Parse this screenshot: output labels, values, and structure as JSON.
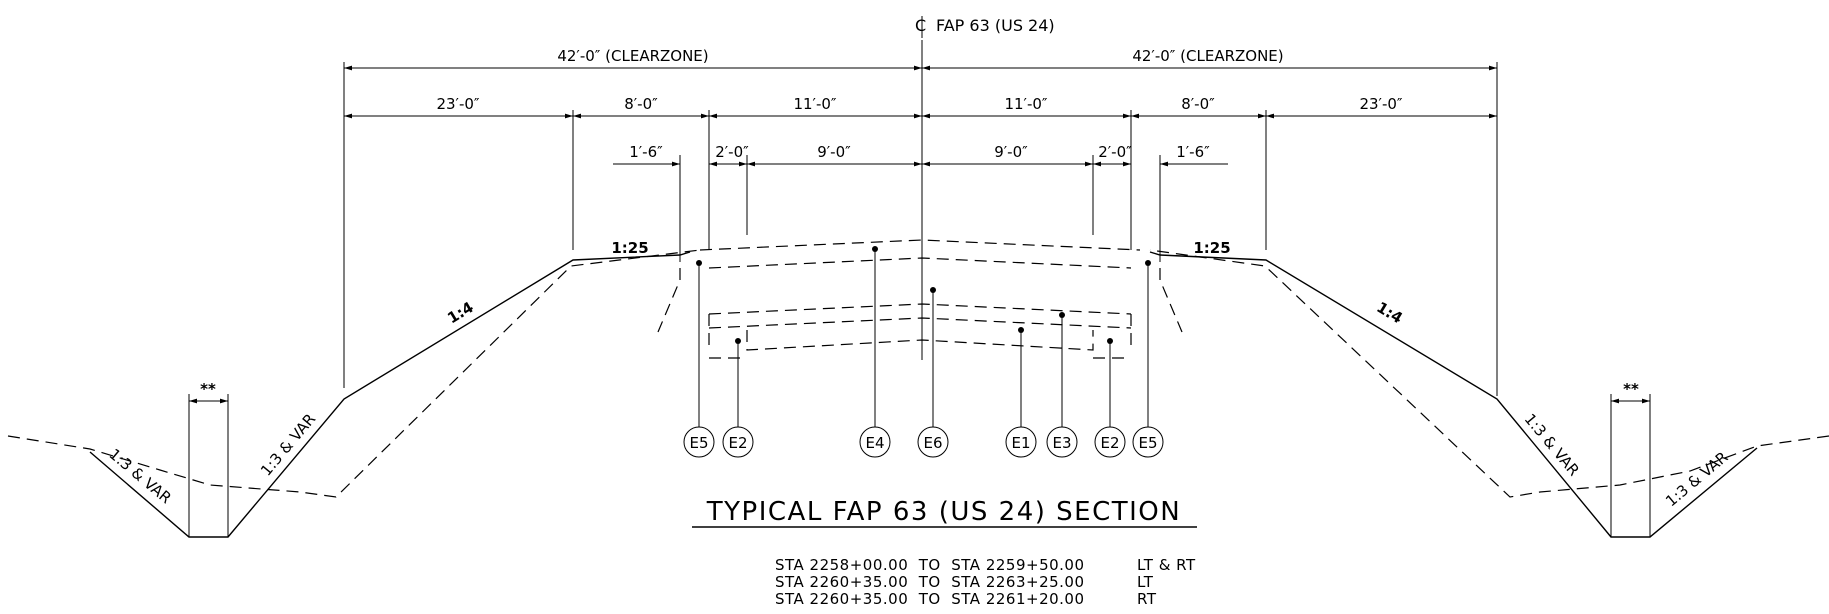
{
  "centerline_label": "FAP 63 (US 24)",
  "dimensions": {
    "clearzone_left": "42′-0″ (CLEARZONE)",
    "clearzone_right": "42′-0″ (CLEARZONE)",
    "row2": [
      "23′-0″",
      "8′-0″",
      "11′-0″",
      "11′-0″",
      "8′-0″",
      "23′-0″"
    ],
    "row3": [
      "1′-6″",
      "2′-0″",
      "9′-0″",
      "9′-0″",
      "2′-0″",
      "1′-6″"
    ],
    "ditch_width": "**"
  },
  "slopes": {
    "shoulder_left": "1:25",
    "shoulder_right": "1:25",
    "fore_left": "1:4",
    "fore_right": "1:4",
    "back_left_inner": "1:3 & VAR",
    "back_left_outer": "1:3 & VAR",
    "back_right_inner": "1:3 & VAR",
    "back_right_outer": "1:3 & VAR"
  },
  "callouts": [
    "E5",
    "E2",
    "E4",
    "E6",
    "E1",
    "E3",
    "E2",
    "E5"
  ],
  "title": "TYPICAL FAP 63 (US 24) SECTION",
  "stations": [
    {
      "range": "STA 2258+00.00  TO  STA 2259+50.00",
      "side": "LT & RT"
    },
    {
      "range": "STA 2260+35.00  TO  STA 2263+25.00",
      "side": "LT"
    },
    {
      "range": "STA 2260+35.00  TO  STA 2261+20.00",
      "side": "RT"
    }
  ]
}
